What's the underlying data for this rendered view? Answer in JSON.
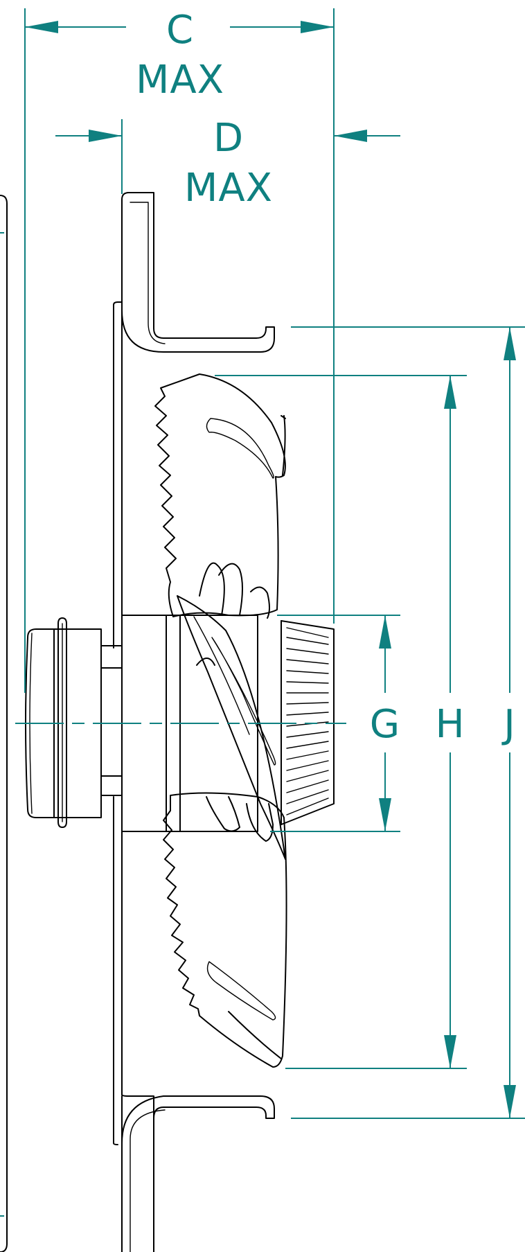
{
  "dimensions": {
    "c": {
      "letter": "C",
      "note": "MAX"
    },
    "d": {
      "letter": "D",
      "note": "MAX"
    },
    "g": {
      "letter": "G"
    },
    "h": {
      "letter": "H"
    },
    "j": {
      "letter": "J"
    }
  },
  "colors": {
    "dimension": "#0f8080",
    "line": "#000000",
    "background": "#ffffff"
  }
}
